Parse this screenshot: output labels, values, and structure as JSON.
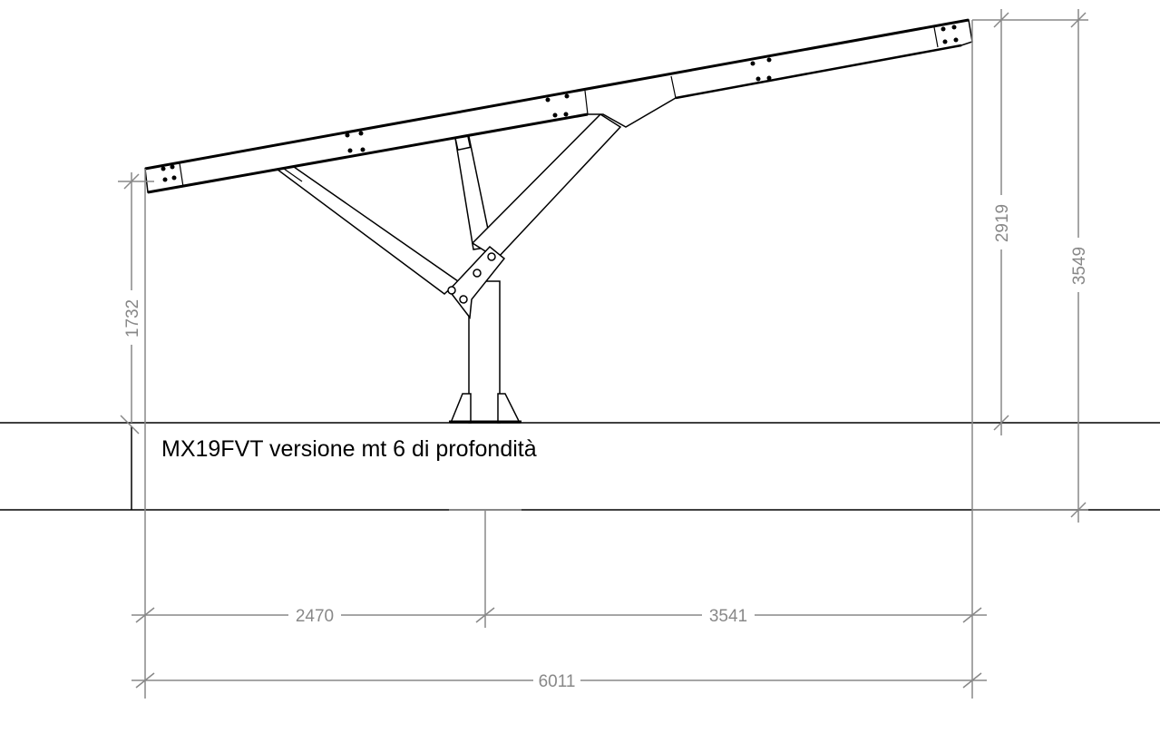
{
  "title": "MX19FVT versione mt 6 di profondità",
  "dimensions": {
    "left_height": "1732",
    "right_height_ground": "2919",
    "right_height_total": "3549",
    "span_left": "2470",
    "span_right": "3541",
    "span_total": "6011"
  },
  "colors": {
    "line": "#000000",
    "dimension": "#888888"
  }
}
